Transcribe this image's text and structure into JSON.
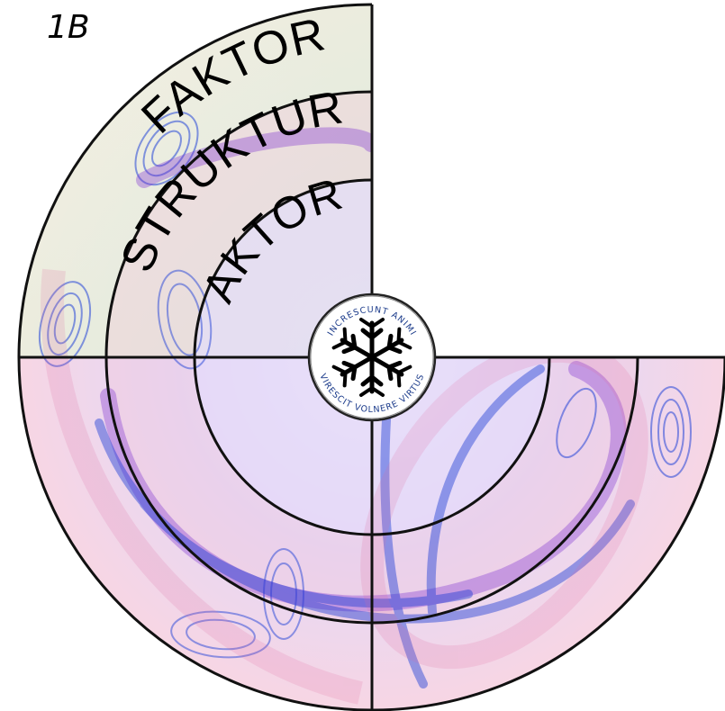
{
  "panel_label": "1B",
  "rings": [
    {
      "id": "outer",
      "label": "FAKTOR"
    },
    {
      "id": "middle",
      "label": "STRUKTUR"
    },
    {
      "id": "inner",
      "label": "AKTOR"
    }
  ],
  "emblem": {
    "icon": "snowflake-icon",
    "motto_top": "INCRESCUNT ANIMI",
    "motto_bottom": "VIRESCIT VOLNERE VIRTUS"
  },
  "colors": {
    "ring_line": "#111111",
    "attractor_blue": "#1f3fd6",
    "attractor_violet": "#7a2fd0",
    "wash_pink": "#f2a8c8",
    "wash_green": "#dff0c8",
    "wash_lilac": "#d8c8f0"
  }
}
